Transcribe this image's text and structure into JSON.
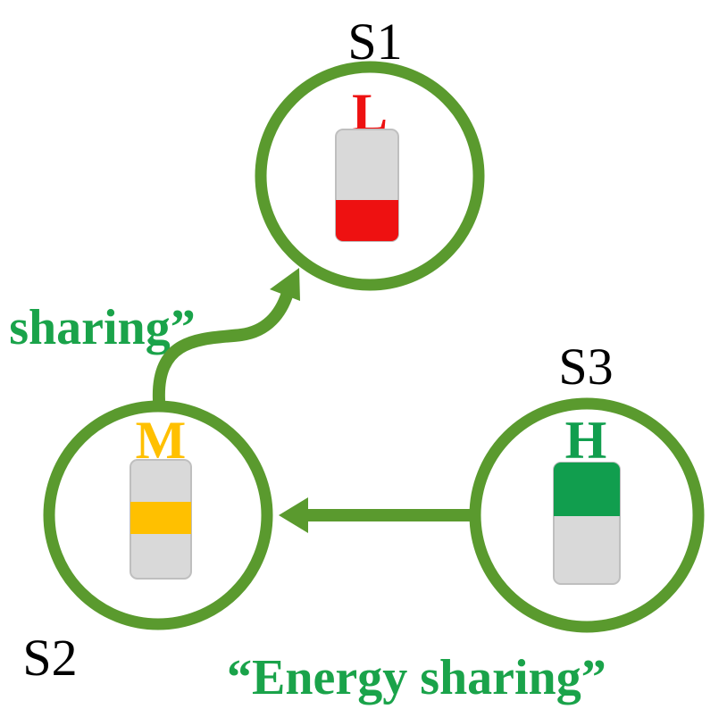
{
  "colors": {
    "link": "#5a9a2e",
    "label": "#1aa34a",
    "battery_body": "#d9d9d9",
    "battery_edge": "#bfbfbf",
    "background": "#ffffff"
  },
  "stations": [
    {
      "name": "S1",
      "level": "L",
      "level_color": "#ee1111",
      "charge": "low"
    },
    {
      "name": "S2",
      "level": "M",
      "level_color": "#ffc000",
      "charge": "medium"
    },
    {
      "name": "S3",
      "level": "H",
      "level_color": "#119e4e",
      "charge": "high"
    }
  ],
  "links": [
    {
      "from": "S2",
      "to": "S1",
      "label": "“Energy sharing”"
    },
    {
      "from": "S3",
      "to": "S2",
      "label": "“Energy sharing”"
    }
  ]
}
